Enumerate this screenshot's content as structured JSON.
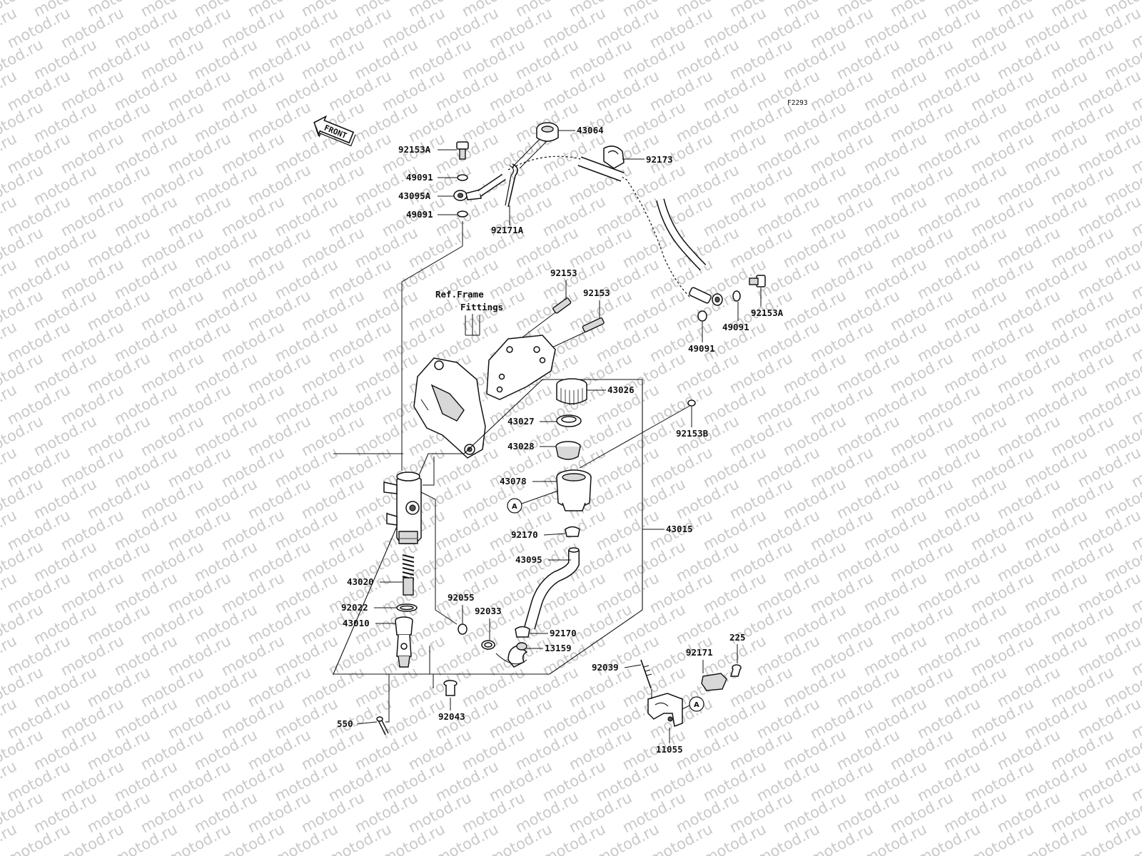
{
  "watermark": "motod.ru",
  "figure_code": "F2293",
  "front_label": "FRONT",
  "ref_note": {
    "line1": "Ref.Frame",
    "line2": "Fittings"
  },
  "circle_label": "A",
  "parts": {
    "p92153A_top": "92153A",
    "p49091_1": "49091",
    "p43095A": "43095A",
    "p49091_2": "49091",
    "p43064": "43064",
    "p92173": "92173",
    "p92171A": "92171A",
    "p92153_1": "92153",
    "p92153_2": "92153",
    "p92153A_right": "92153A",
    "p49091_3": "49091",
    "p49091_4": "49091",
    "p43026": "43026",
    "p43027": "43027",
    "p43028": "43028",
    "p92153B": "92153B",
    "p43078": "43078",
    "p43015": "43015",
    "p92170_1": "92170",
    "p43095": "43095",
    "p43020": "43020",
    "p92022": "92022",
    "p43010": "43010",
    "p92055": "92055",
    "p92033": "92033",
    "p92170_2": "92170",
    "p13159": "13159",
    "p225": "225",
    "p92171": "92171",
    "p92039": "92039",
    "p92043": "92043",
    "p550": "550",
    "p11055": "11055"
  }
}
